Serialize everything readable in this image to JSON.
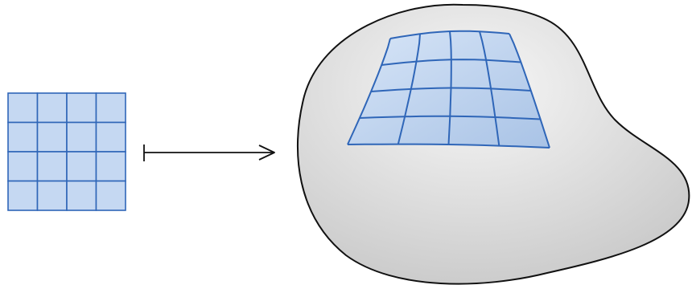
{
  "diagram": {
    "type": "chart-map",
    "flat_grid": {
      "rows": 4,
      "cols": 4
    },
    "curved_grid": {
      "rows": 4,
      "cols": 4
    },
    "arrow": {
      "style": "maps-to"
    },
    "manifold": {
      "shape": "blob"
    }
  },
  "colors": {
    "grid_fill": "#c5d8f2",
    "grid_stroke": "#2f66b8",
    "manifold_light": "#f7f7f7",
    "manifold_dark": "#c9c9c9",
    "outline": "#111111"
  }
}
